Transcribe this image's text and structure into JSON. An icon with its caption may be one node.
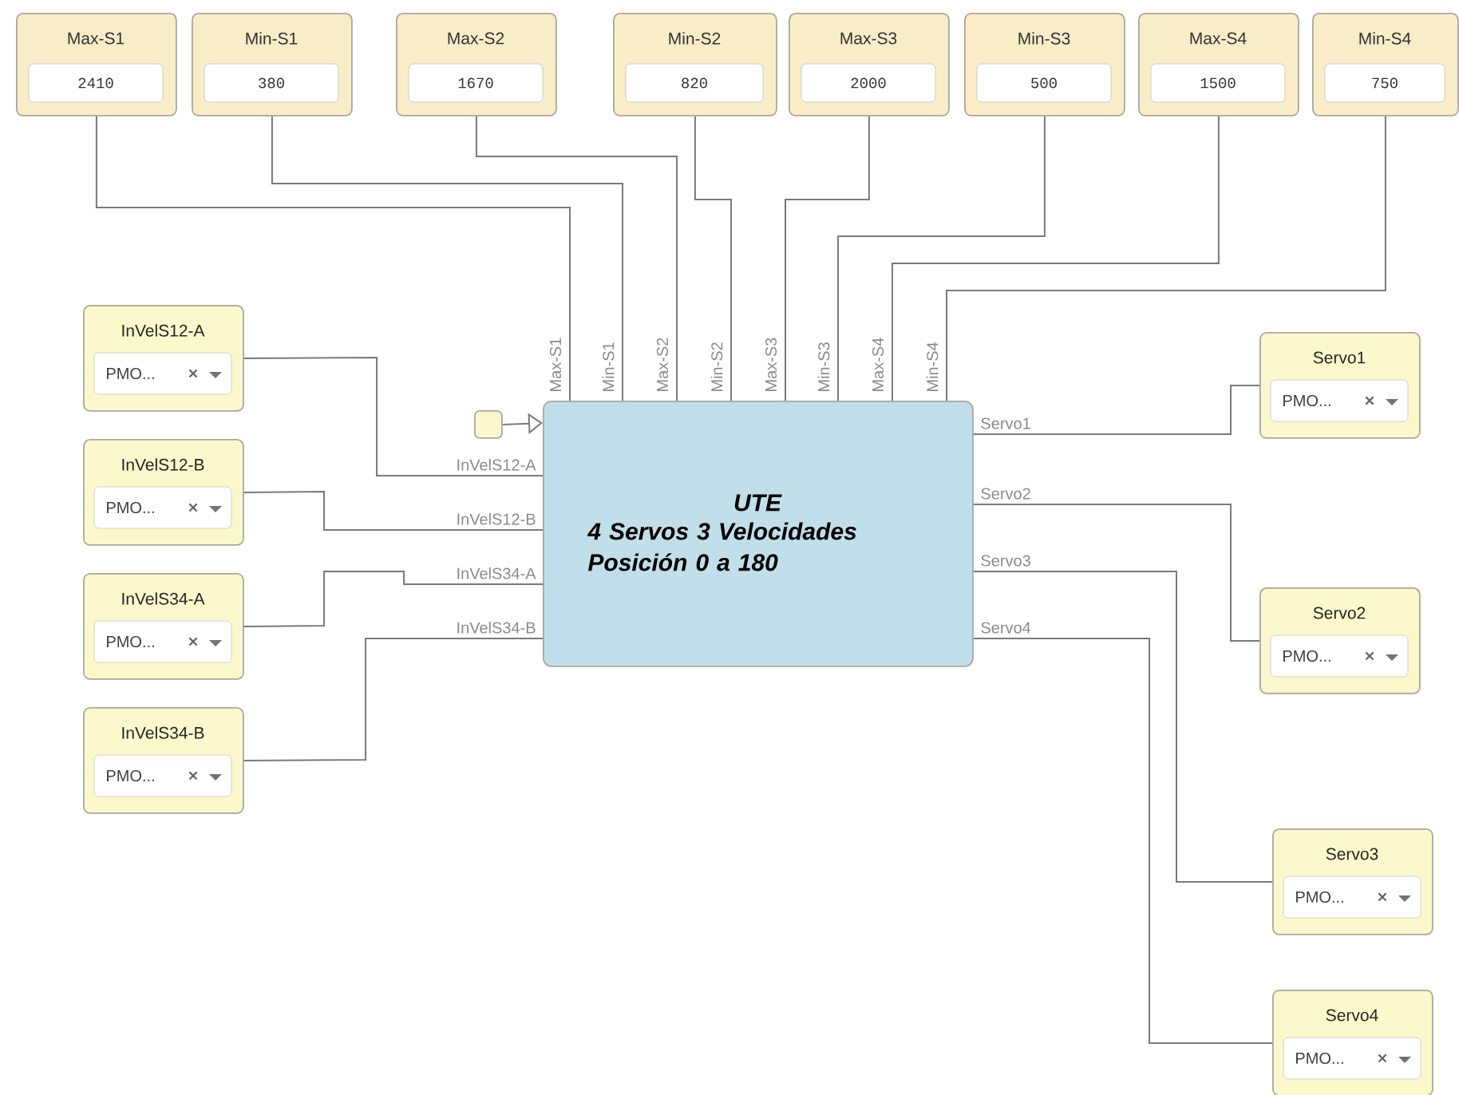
{
  "diagram": {
    "nodes": [
      {
        "text": [
          "Max-S1",
          "2410"
        ]
      },
      {
        "text": [
          "Min-S1",
          "380"
        ]
      },
      {
        "text": [
          "Max-S2",
          "1670"
        ]
      },
      {
        "text": [
          "Min-S2",
          "820"
        ]
      },
      {
        "text": [
          "Max-S3",
          "2000"
        ]
      },
      {
        "text": [
          "Min-S3",
          "500"
        ]
      },
      {
        "text": [
          "Max-S4",
          "1500"
        ]
      },
      {
        "text": [
          "Min-S4",
          "750"
        ]
      },
      {
        "text": [
          "InVelS12-A",
          "PMO..."
        ]
      },
      {
        "text": [
          "InVelS12-B",
          "PMO..."
        ]
      },
      {
        "text": [
          "InVelS34-A",
          "PMO..."
        ]
      },
      {
        "text": [
          "InVelS34-B",
          "PMO..."
        ]
      },
      {
        "text": [],
        "shape": "box"
      },
      {
        "text": [
          "UTE",
          "4 Servos 3 Velocidades Posición 0 a 180"
        ]
      },
      {
        "text": [
          "Servo1",
          "PMO..."
        ]
      },
      {
        "text": [
          "Servo2",
          "PMO..."
        ]
      },
      {
        "text": [
          "Servo3",
          "PMO..."
        ]
      },
      {
        "text": [
          "Servo4",
          "PMO..."
        ]
      }
    ],
    "edges": [
      {
        "from": 0,
        "to": 13,
        "arrow": "none",
        "label": "Max-S1"
      },
      {
        "from": 1,
        "to": 13,
        "arrow": "none",
        "label": "Min-S1"
      },
      {
        "from": 2,
        "to": 13,
        "arrow": "none",
        "label": "Max-S2"
      },
      {
        "from": 3,
        "to": 13,
        "arrow": "none",
        "label": "Min-S2"
      },
      {
        "from": 4,
        "to": 13,
        "arrow": "none",
        "label": "Max-S3"
      },
      {
        "from": 5,
        "to": 13,
        "arrow": "none",
        "label": "Min-S3"
      },
      {
        "from": 6,
        "to": 13,
        "arrow": "none",
        "label": "Max-S4"
      },
      {
        "from": 7,
        "to": 13,
        "arrow": "none",
        "label": "Min-S4"
      },
      {
        "from": 8,
        "to": 13,
        "arrow": "none",
        "label": "InVelS12-A"
      },
      {
        "from": 9,
        "to": 13,
        "arrow": "none",
        "label": "InVelS12-B"
      },
      {
        "from": 10,
        "to": 13,
        "arrow": "none",
        "label": "InVelS34-A"
      },
      {
        "from": 11,
        "to": 13,
        "arrow": "none",
        "label": "InVelS34-B"
      },
      {
        "from": 12,
        "to": 13,
        "arrow": "to"
      },
      {
        "from": 13,
        "to": 14,
        "arrow": "none",
        "label": "Servo1"
      },
      {
        "from": 13,
        "to": 15,
        "arrow": "none",
        "label": "Servo2"
      },
      {
        "from": 13,
        "to": 16,
        "arrow": "none",
        "label": "Servo3"
      },
      {
        "from": 13,
        "to": 17,
        "arrow": "none",
        "label": "Servo4"
      }
    ]
  }
}
